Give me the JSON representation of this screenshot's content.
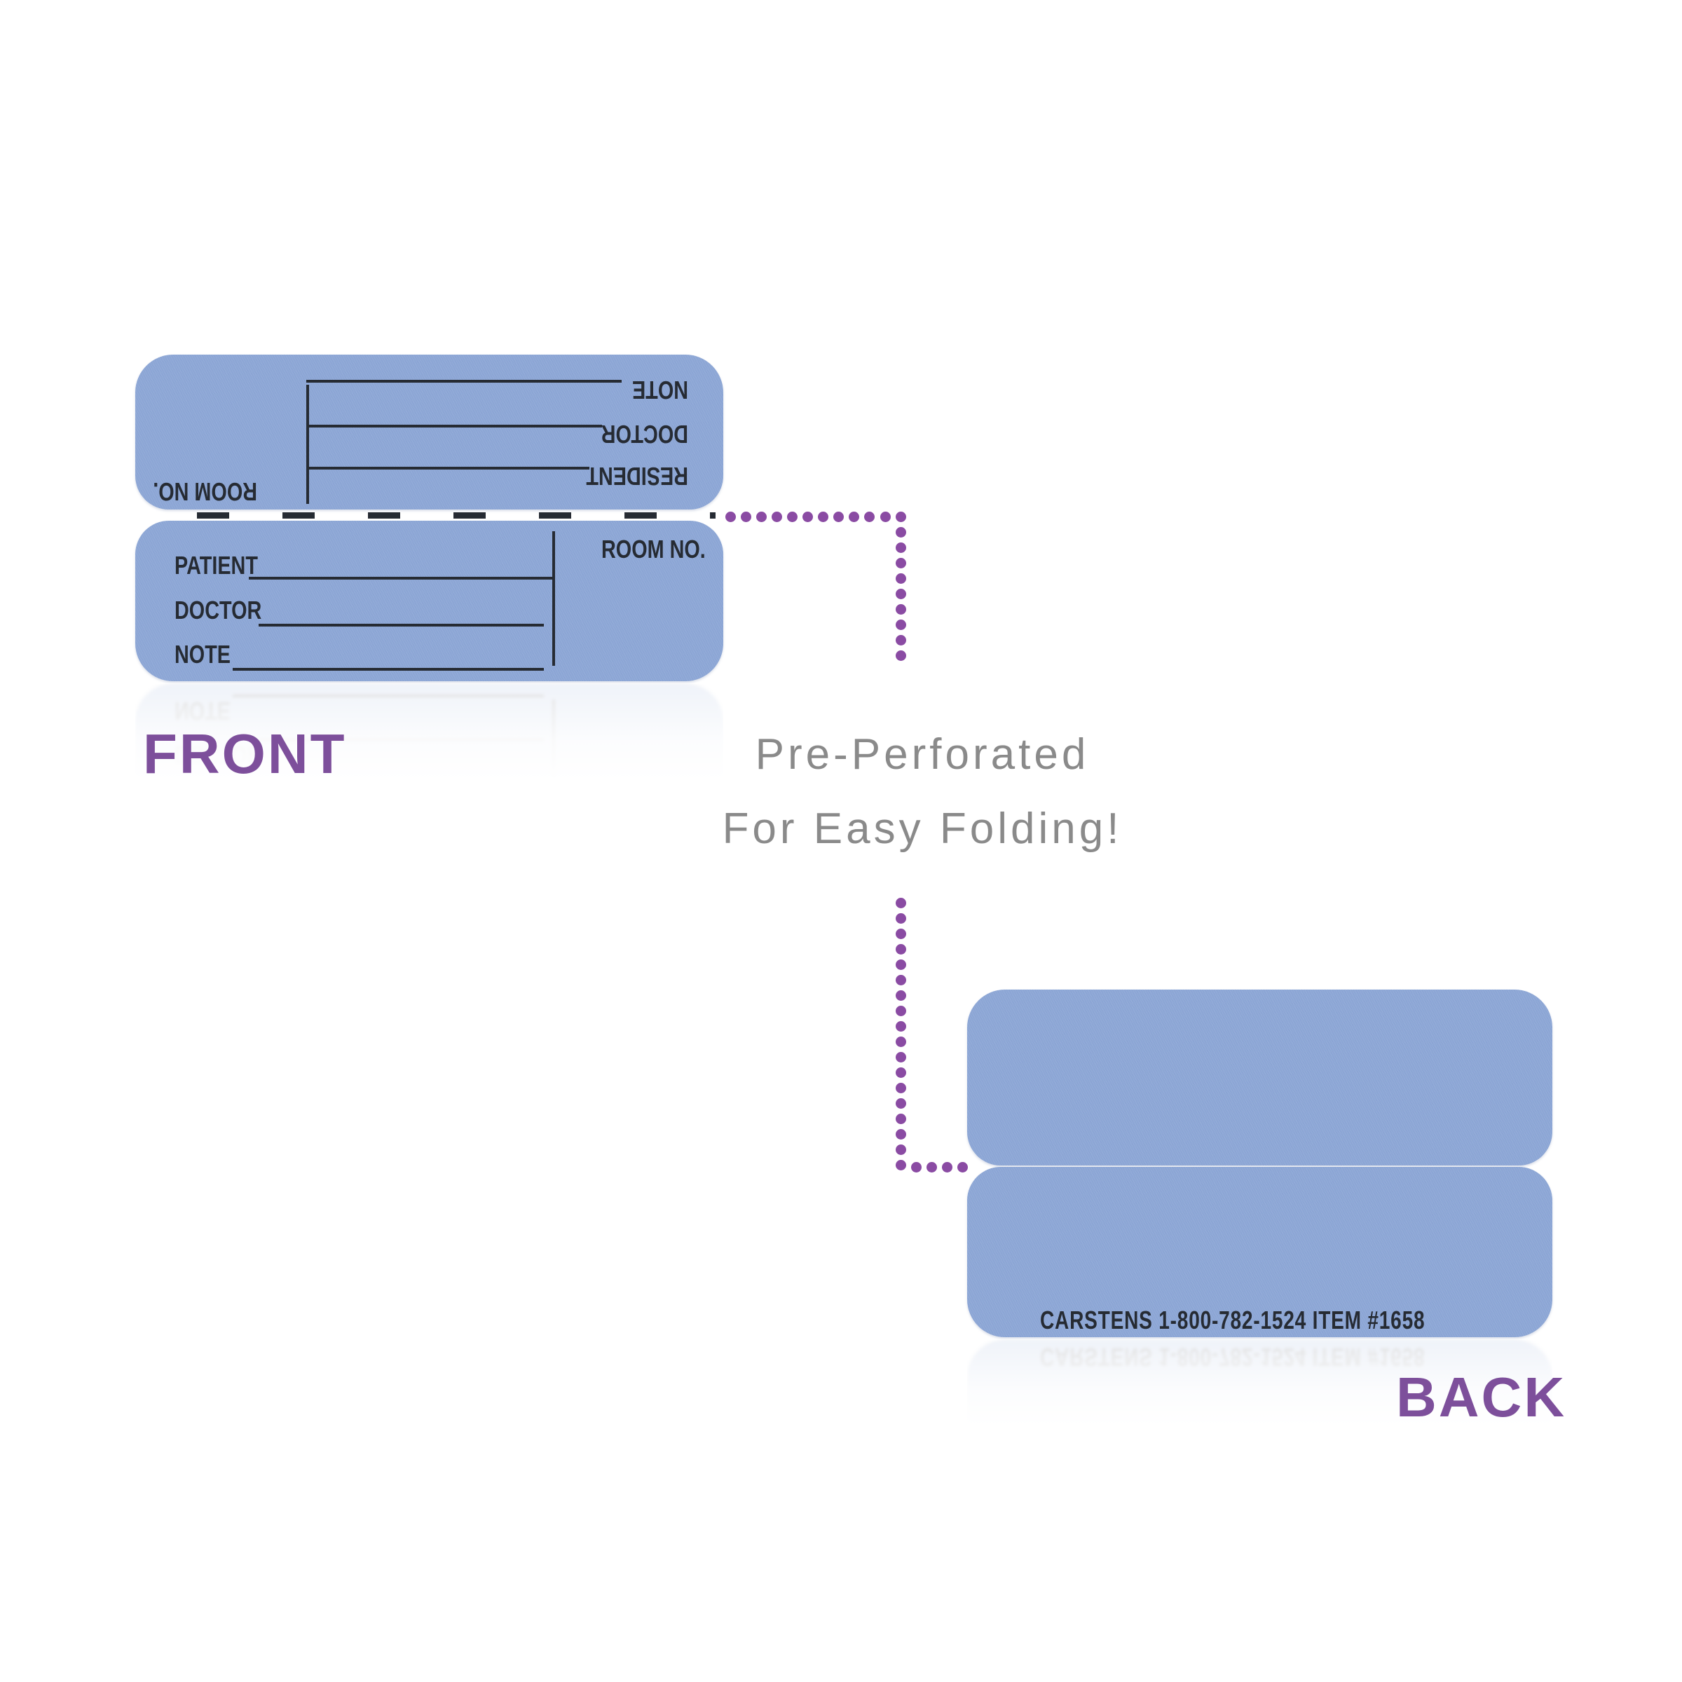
{
  "page": {
    "background": "#ffffff",
    "description": "Annotated product diagram of a pre-perforated fold-over patient label card, showing front and back"
  },
  "front_card": {
    "side_label": "FRONT",
    "top_half": {
      "orientation": "rotated-180",
      "room_label": "ROOM NO.",
      "fields": [
        {
          "label": "RESIDENT"
        },
        {
          "label": "DOCTOR"
        },
        {
          "label": "NOTE"
        }
      ]
    },
    "bottom_half": {
      "room_label": "ROOM NO.",
      "fields": [
        {
          "label": "PATIENT"
        },
        {
          "label": "DOCTOR"
        },
        {
          "label": "NOTE"
        }
      ]
    },
    "perforation": "dashed line between halves"
  },
  "back_card": {
    "side_label": "BACK",
    "footer_text": "CARSTENS 1-800-782-1524 ITEM #1658"
  },
  "annotation": {
    "line1": "Pre-Perforated",
    "line2": "For Easy Folding!"
  },
  "connector": {
    "style": "dotted",
    "shape": "two L-shaped dotted paths pointing at the perforation of each card"
  },
  "colors": {
    "card_blue": "#8fa9d8",
    "ink": "#262b33",
    "purple_label": "#7d4f9b",
    "purple_dots": "#8a4ba3",
    "gray_text": "#8a8a8a"
  }
}
